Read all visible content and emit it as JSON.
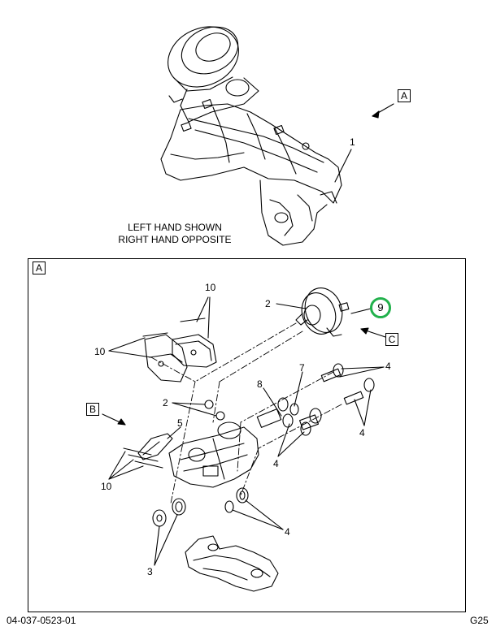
{
  "note_lines": [
    "LEFT HAND SHOWN",
    "RIGHT HAND OPPOSITE"
  ],
  "view_labels": {
    "a": "A",
    "b": "B",
    "c": "C"
  },
  "callouts": {
    "top_1": "1",
    "n2_top": "2",
    "n2_mid": "2",
    "n3": "3",
    "n4_right_top": "4",
    "n4_right_mid": "4",
    "n4_center": "4",
    "n4_bottom": "4",
    "n5": "5",
    "n7": "7",
    "n8": "8",
    "n9": "9",
    "n10_top": "10",
    "n10_left": "10",
    "n10_bottom": "10"
  },
  "footer": {
    "left": "04-037-0523-01",
    "right": "G25"
  },
  "colors": {
    "highlight": "#22b14c"
  }
}
